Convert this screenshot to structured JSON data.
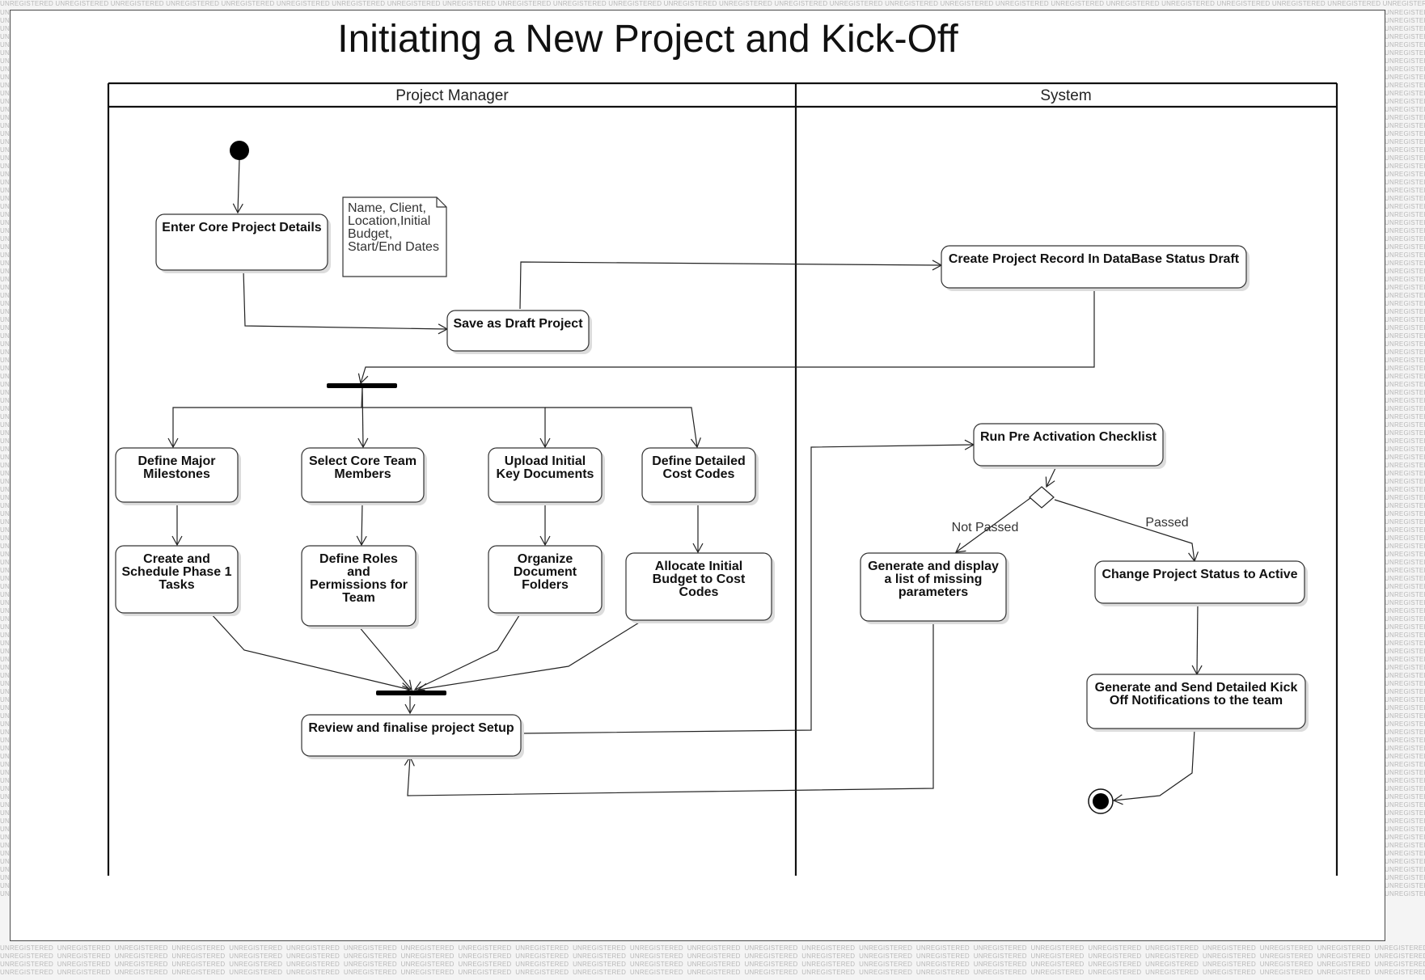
{
  "title": "Initiating a New Project and Kick-Off",
  "watermark": "UNREGISTERED",
  "swimlanes": [
    "Project Manager",
    "System"
  ],
  "note": {
    "lines": [
      "Name, Client,",
      "Location,Initial",
      "Budget,",
      "Start/End Dates"
    ]
  },
  "actions": {
    "enter_details": [
      "Enter Core Project Details"
    ],
    "save_draft": [
      "Save as Draft Project"
    ],
    "create_record": [
      "Create Project Record In DataBase Status Draft"
    ],
    "define_milestones": [
      "Define Major",
      "Milestones"
    ],
    "select_team": [
      "Select Core Team",
      "Members"
    ],
    "upload_docs": [
      "Upload Initial",
      "Key Documents"
    ],
    "define_cost_codes": [
      "Define Detailed",
      "Cost Codes"
    ],
    "schedule_tasks": [
      "Create and",
      "Schedule Phase 1",
      "Tasks"
    ],
    "define_roles": [
      "Define Roles",
      "and",
      "Permissions for",
      "Team"
    ],
    "organize_folders": [
      "Organize",
      "Document",
      "Folders"
    ],
    "allocate_budget": [
      "Allocate Initial",
      "Budget to Cost",
      "Codes"
    ],
    "review_setup": [
      "Review and finalise project Setup"
    ],
    "run_checklist": [
      "Run Pre Activation Checklist"
    ],
    "generate_missing": [
      "Generate and display",
      "a list of missing",
      "parameters"
    ],
    "change_status": [
      "Change Project Status to Active"
    ],
    "send_notifications": [
      "Generate and Send Detailed Kick",
      "Off Notifications to the team"
    ]
  },
  "guards": {
    "not_passed": "Not Passed",
    "passed": "Passed"
  }
}
